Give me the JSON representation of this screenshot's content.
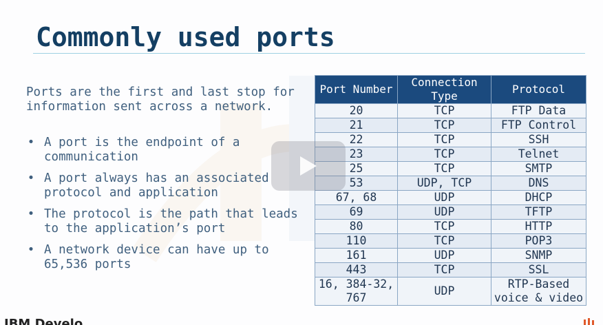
{
  "slide": {
    "title": "Commonly used ports",
    "intro": "Ports are the first and last stop for information sent across a network.",
    "bullets": [
      "A port is the endpoint of a communication",
      "A port always has an associated protocol and application",
      "The protocol is the path that leads to the application’s port",
      "A network device can have up to 65,536 ports"
    ],
    "footer_text": "IBM Develo"
  },
  "table": {
    "headers": [
      "Port Number",
      "Connection Type",
      "Protocol"
    ],
    "rows": [
      [
        "20",
        "TCP",
        "FTP Data"
      ],
      [
        "21",
        "TCP",
        "FTP Control"
      ],
      [
        "22",
        "TCP",
        "SSH"
      ],
      [
        "23",
        "TCP",
        "Telnet"
      ],
      [
        "25",
        "TCP",
        "SMTP"
      ],
      [
        "53",
        "UDP, TCP",
        "DNS"
      ],
      [
        "67, 68",
        "UDP",
        "DHCP"
      ],
      [
        "69",
        "UDP",
        "TFTP"
      ],
      [
        "80",
        "TCP",
        "HTTP"
      ],
      [
        "110",
        "TCP",
        "POP3"
      ],
      [
        "161",
        "UDP",
        "SNMP"
      ],
      [
        "443",
        "TCP",
        "SSL"
      ],
      [
        "16, 384-32, 767",
        "UDP",
        "RTP-Based voice & video"
      ]
    ]
  },
  "colors": {
    "title": "#143f63",
    "body_text": "#3f5f7e",
    "table_header_bg": "#1b4a7e"
  },
  "icons": {
    "play": "play-icon",
    "bullet": "bullet-dot"
  }
}
